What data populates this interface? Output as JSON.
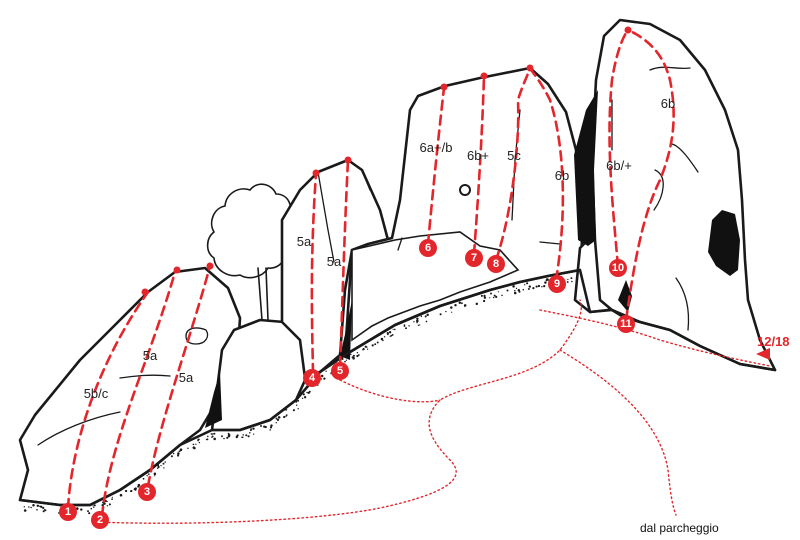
{
  "colors": {
    "route": "#e3262b",
    "rock": "#1a1a1a",
    "background": "#ffffff"
  },
  "labels": {
    "approach": "dal parcheggio",
    "sector_ref": "12/18"
  },
  "routes": [
    {
      "num": "1",
      "grade": "5b/c"
    },
    {
      "num": "2",
      "grade": "5a"
    },
    {
      "num": "3",
      "grade": "5a"
    },
    {
      "num": "4",
      "grade": "5a"
    },
    {
      "num": "5",
      "grade": "5a"
    },
    {
      "num": "6",
      "grade": "6a+/b"
    },
    {
      "num": "7",
      "grade": "6b+"
    },
    {
      "num": "8",
      "grade": "5c"
    },
    {
      "num": "9",
      "grade": "6b"
    },
    {
      "num": "10",
      "grade": "6b/+"
    },
    {
      "num": "11",
      "grade": "6b"
    }
  ]
}
